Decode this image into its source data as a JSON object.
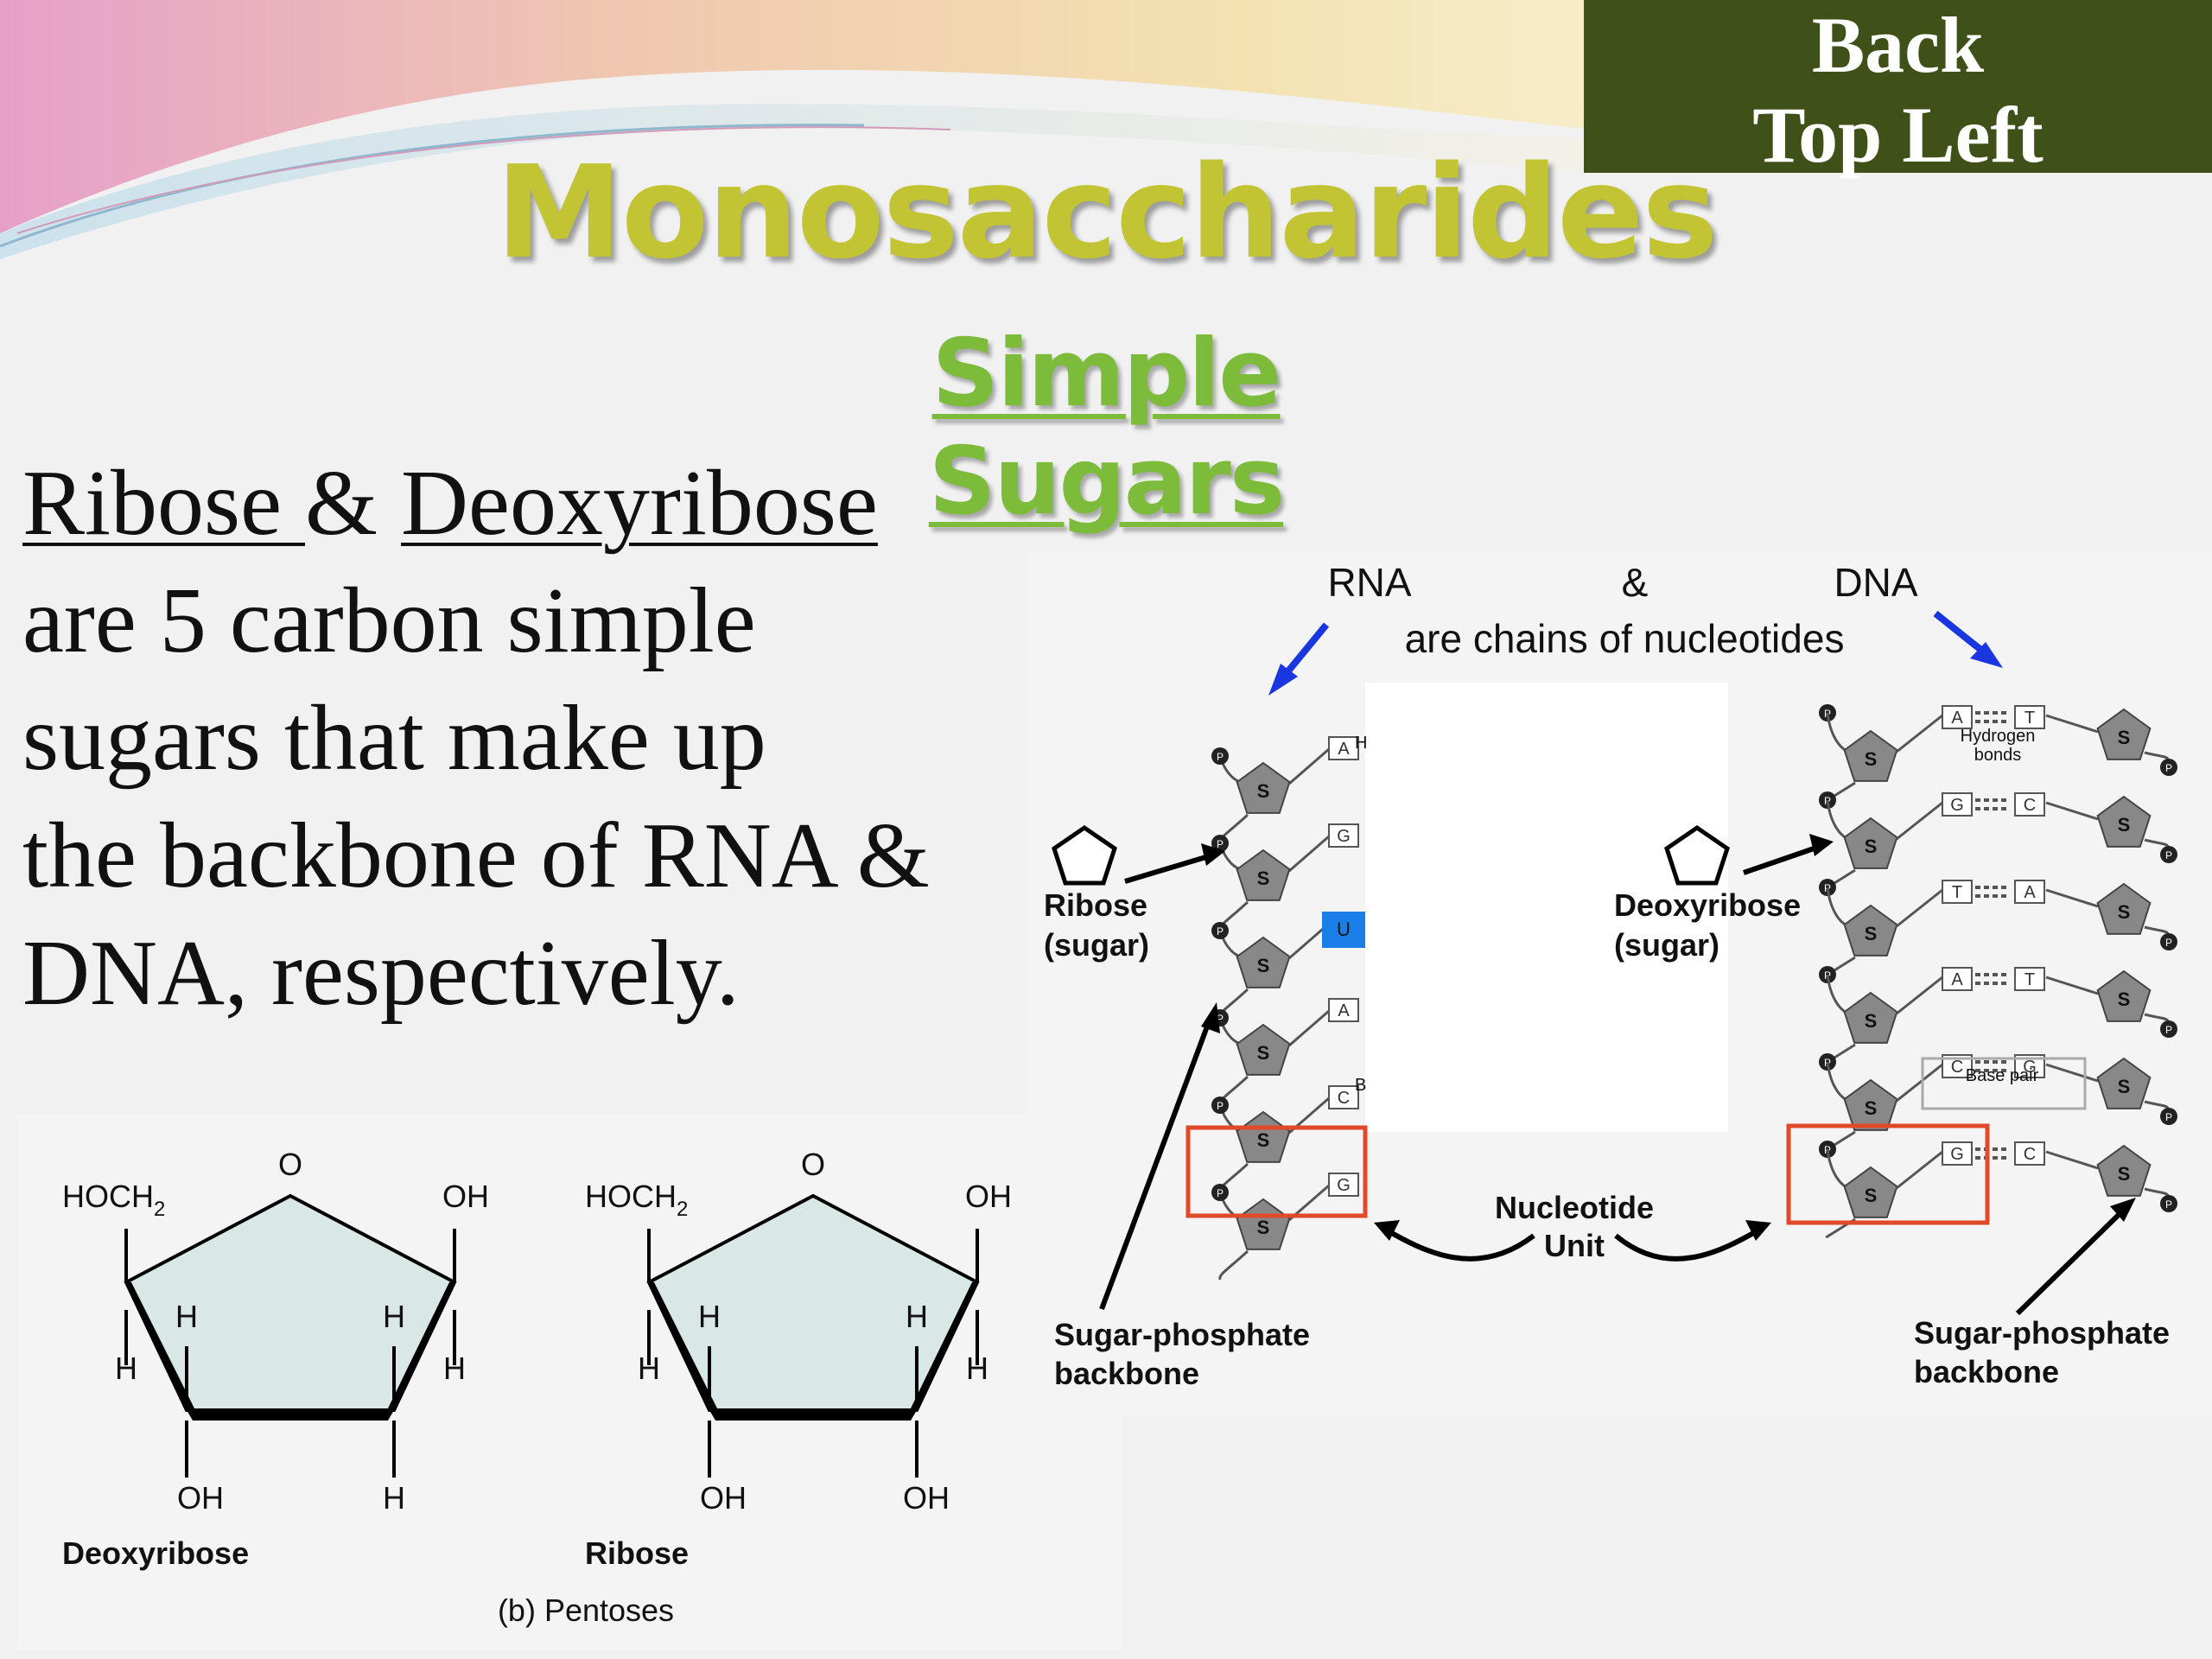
{
  "nav": {
    "back_line1": "Back",
    "back_line2": "Top Left"
  },
  "title": "Monosaccharides",
  "subtitle": "Simple Sugars",
  "body": {
    "term1": "Ribose ",
    "amp": "& ",
    "term2": "Deoxyribose",
    "line2": "are 5 carbon simple",
    "line3": "sugars that make up",
    "line4": "the backbone of RNA &",
    "line5": "DNA, respectively."
  },
  "pentoses": {
    "hoch2": "HOCH",
    "sub2": "2",
    "o": "O",
    "oh": "OH",
    "h": "H",
    "deoxyribose": "Deoxyribose",
    "ribose": "Ribose",
    "caption": "(b) Pentoses"
  },
  "nucleotides": {
    "rna": "RNA",
    "amp": "&",
    "dna": "DNA",
    "chains": "are chains of nucleotides",
    "ribose_sugar": [
      "Ribose",
      "(sugar)"
    ],
    "deoxyribose_sugar": [
      "Deoxyribose",
      "(sugar)"
    ],
    "nucleotide_unit": [
      "Nucleotide",
      "Unit"
    ],
    "backbone": [
      "Sugar-phosphate",
      "backbone"
    ],
    "hydrogen_bonds": [
      "Hydrogen",
      "bonds"
    ],
    "base_pair": "Base pair",
    "s": "S",
    "p": "P",
    "rna_bases": [
      "A",
      "G",
      "U",
      "A",
      "C",
      "G"
    ],
    "dna_left_bases": [
      "A",
      "G",
      "T",
      "A",
      "C",
      "G"
    ],
    "dna_right_bases": [
      "T",
      "C",
      "A",
      "T",
      "G",
      "C"
    ],
    "partial_h": "H",
    "partial_b": "B"
  },
  "colors": {
    "title": "#c3c433",
    "subtitle": "#7dbb3a",
    "back_button": "#3f5019",
    "arrow": "#1a36e0",
    "highlight_box": "#e04a2a",
    "uracil": "#1a7ee8"
  }
}
